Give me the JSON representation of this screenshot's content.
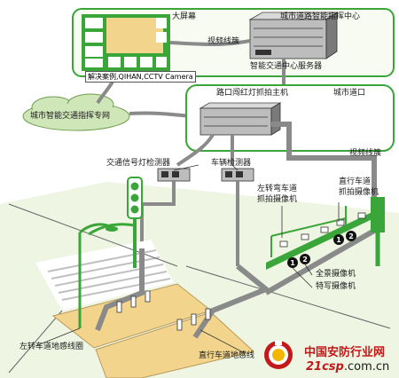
{
  "labels": {
    "big_screen": "大屏幕",
    "command_center": "城市道路智能指挥中心",
    "video_cable_top": "视频线簇",
    "traffic_server": "智能交通中心服务器",
    "case_tag": "解决案例,QIHAN,CCTV Camera",
    "private_network": "城市智能交通指挥专网",
    "host": "路口闯红灯抓拍主机",
    "intersection": "城市道口",
    "video_cable_right": "视频线簇",
    "signal_detector": "交通信号灯检测器",
    "vehicle_detector": "车辆检测器",
    "left_turn_cam": [
      "左转弯车道",
      "抓拍摄像机"
    ],
    "straight_cam": [
      "直行车道",
      "抓拍摄像机"
    ],
    "panorama_cam": "全景摄像机",
    "closeup_cam": "特写摄像机",
    "left_turn_loop": "左转车道地感线圈",
    "straight_loop": "直行车道地感线"
  },
  "watermark": {
    "name": "中国安防行业网",
    "url_prefix": "21csp",
    "url_suffix": ".com.cn"
  },
  "colors": {
    "screen_green": "#3aa63a",
    "road_gray": "#8a8a8a",
    "crossing_yellow": "#f2d48c",
    "ground_green": "#e8f2d8",
    "cloud_green": "#cfe6b8",
    "brand_red": "#c21a1a"
  }
}
